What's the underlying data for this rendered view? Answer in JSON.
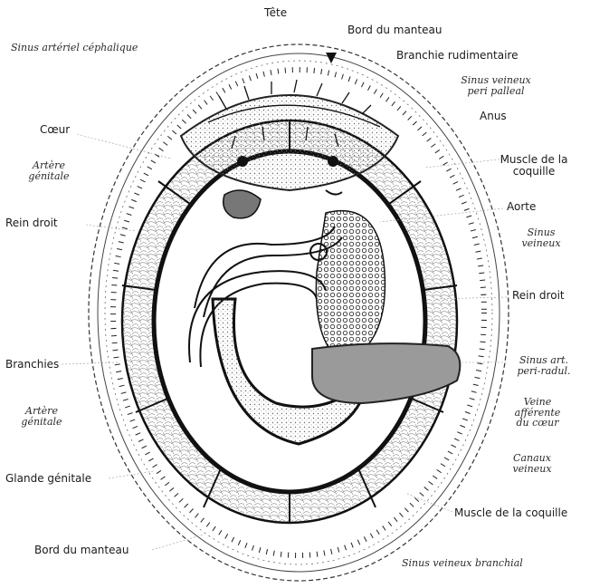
{
  "labels": {
    "tete": "Tête",
    "bord_manteau_top": "Bord du manteau",
    "branchie_rudimentaire": "Branchie rudimentaire",
    "sinus_arteriel_cephalique": "Sinus artériel céphalique",
    "sinus_veineux_peri_palleal_1": "Sinus veineux",
    "sinus_veineux_peri_palleal_2": "peri palleal",
    "anus": "Anus",
    "coeur": "Cœur",
    "muscle_coquille_top_1": "Muscle de la",
    "muscle_coquille_top_2": "coquille",
    "artere_genitale_top_1": "Artère",
    "artere_genitale_top_2": "génitale",
    "aorte": "Aorte",
    "rein_droit_left": "Rein droit",
    "sinus_veineux_right_1": "Sinus",
    "sinus_veineux_right_2": "veineux",
    "rein_droit_right": "Rein droit",
    "branchies": "Branchies",
    "sinus_art_peri_radul_1": "Sinus art.",
    "sinus_art_peri_radul_2": "peri-radul.",
    "artere_genitale_bottom_1": "Artère",
    "artere_genitale_bottom_2": "génitale",
    "veine_afferente_1": "Veine",
    "veine_afferente_2": "afférente",
    "veine_afferente_3": "du cœur",
    "canaux_veineux_1": "Canaux",
    "canaux_veineux_2": "veineux",
    "glande_genitale": "Glande génitale",
    "muscle_coquille_bottom": "Muscle de la coquille",
    "bord_manteau_bottom": "Bord du manteau",
    "sinus_veineux_branchial": "Sinus veineux branchial"
  },
  "colors": {
    "ink": "#1a1a1a",
    "hatch": "#7a7a7a",
    "radula": "#9a9a9a"
  }
}
